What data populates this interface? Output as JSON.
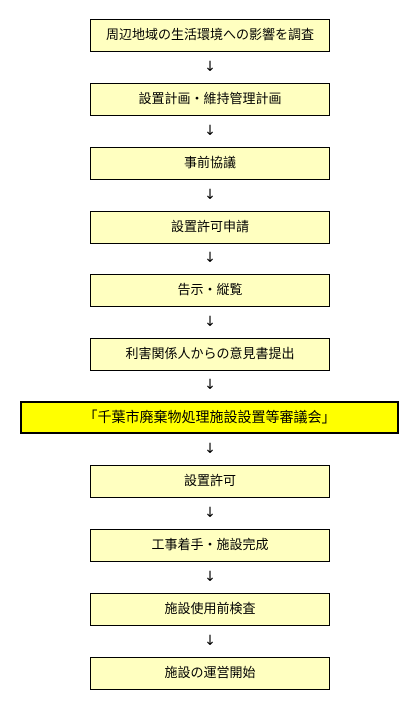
{
  "flow": {
    "steps": [
      "周辺地域の生活環境への影響を調査",
      "設置計画・維持管理計画",
      "事前協議",
      "設置許可申請",
      "告示・縦覧",
      "利害関係人からの意見書提出",
      "「千葉市廃棄物処理施設設置等審議会」",
      "設置許可",
      "工事着手・施設完成",
      "施設使用前検査",
      "施設の運営開始"
    ],
    "arrow_glyph": "↓"
  },
  "colors": {
    "box_fill": "#ffffc0",
    "highlight_fill": "#ffff00",
    "border": "#000000"
  }
}
